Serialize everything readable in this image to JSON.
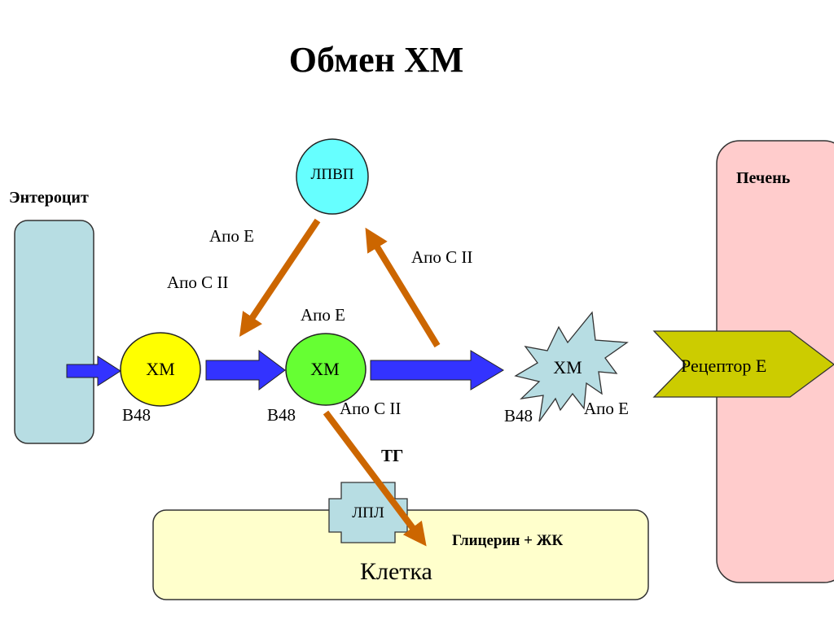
{
  "title": "Обмен ХМ",
  "colors": {
    "enterocyte": "#b7dde3",
    "liver": "#ffcccc",
    "cell": "#ffffcc",
    "chm_yellow": "#ffff00",
    "chm_green": "#66ff33",
    "hdl_cyan": "#66ffff",
    "remnant": "#b7dde3",
    "receptor": "#cccc00",
    "lpl": "#b7dde3",
    "blue_arrow": "#3333ff",
    "orange_arrow": "#cc6600"
  },
  "compartments": {
    "enterocyte": "Энтероцит",
    "liver": "Печень",
    "cell": "Клетка"
  },
  "nodes": {
    "hdl": "ЛПВП",
    "chm1": "ХМ",
    "chm2": "ХМ",
    "chm_remnant": "ХМ",
    "receptor": "Рецептор Е",
    "lpl": "ЛПЛ"
  },
  "labels": {
    "b48_1": "В48",
    "b48_2": "В48",
    "b48_3": "В48",
    "apo_e_left": "Апо Е",
    "apo_c2_left": "Апо С II",
    "apo_c2_right": "Апо С II",
    "apo_e_chm2": "Апо Е",
    "apo_c2_chm2": "Апо С II",
    "apo_e_remnant": "Апо Е",
    "tg": "ТГ",
    "products": "Глицерин + ЖК"
  }
}
